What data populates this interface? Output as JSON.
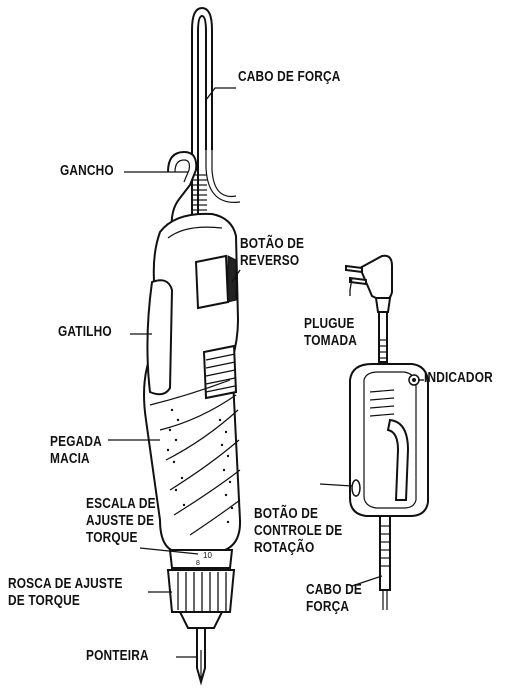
{
  "labels": {
    "cabo_forca_top": "CABO DE FORÇA",
    "gancho": "GANCHO",
    "botao_reverso_1": "BOTÃO DE",
    "botao_reverso_2": "REVERSO",
    "plugue_1": "PLUGUE",
    "plugue_2": "TOMADA",
    "indicador": "INDICADOR",
    "gatilho": "GATILHO",
    "pegada_1": "PEGADA",
    "pegada_2": "MACIA",
    "escala_1": "ESCALA DE",
    "escala_2": "AJUSTE DE",
    "escala_3": "TORQUE",
    "botao_controle_1": "BOTÃO DE",
    "botao_controle_2": "CONTROLE DE",
    "botao_controle_3": "ROTAÇÃO",
    "rosca_1": "ROSCA DE AJUSTE",
    "rosca_2": "DE TORQUE",
    "cabo_forca_bottom_1": "CABO DE",
    "cabo_forca_bottom_2": "FORÇA",
    "ponteira": "PONTEIRA"
  },
  "scale_marks": {
    "ten": "10",
    "eight": "8"
  }
}
